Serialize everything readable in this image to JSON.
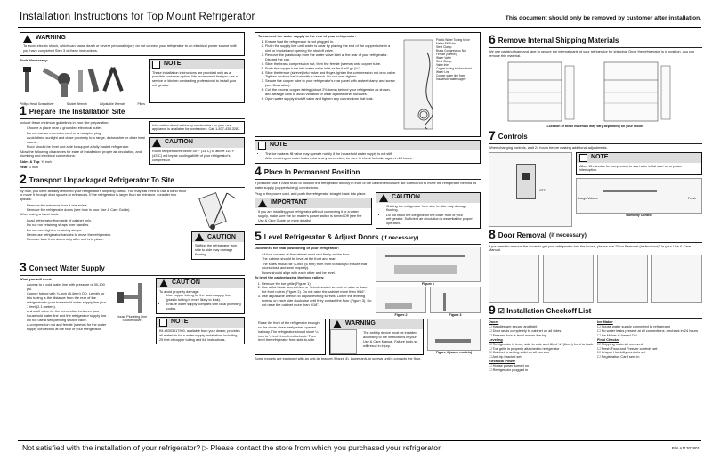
{
  "header": {
    "title": "Installation Instructions for Top Mount Refrigerator",
    "note": "This document should only be removed by customer after installation."
  },
  "col1": {
    "warning": {
      "label": "WARNING",
      "text": "To avoid electric shock, which can cause death or severe personal injury, do not connect your refrigerator to an electrical power source until you have completed Step 3 of these instructions."
    },
    "tools": {
      "label": "Tools Necessary:",
      "items": [
        "Phillips Head Screwdriver",
        "Socket Wrench",
        "Level",
        "Adjustable Wrench",
        "Pliers",
        "Box Knife"
      ]
    },
    "note1": {
      "label": "NOTE",
      "text": "These installation instructions are provided only as a possible customer option. We recommend that you use a service or kitchen contracting professional to install your refrigerator."
    },
    "s1": {
      "num": "1",
      "title": "Prepare The Installation Site",
      "intro": "Include these minimum guidelines in your site preparation:",
      "bullets": [
        "Choose a place near a grounded electrical outlet.",
        "Do not use an extension cord or an adapter plug.",
        "Avoid direct sunlight and close proximity to a range, dishwasher or other heat source.",
        "Floor should be level and able to support a fully loaded refrigerator."
      ],
      "allow": "Allow the following clearances for ease of installation, proper air circulation, and plumbing and electrical connections:",
      "sides_label": "Sides & Top",
      "sides_val": "⅜ inch",
      "rear_label": "Rear",
      "rear_val": "1 inch",
      "note_text": "Information about cabinetry construction for your new appliance is available for contractors. Call 1-877-435-3287.",
      "caution_label": "CAUTION",
      "caution_text": "Room temperatures below 55°F (13°C) or above 110°F (43°C) will impair cooling ability of your refrigerator's compressor."
    },
    "s2": {
      "num": "2",
      "title": "Transport Unpackaged Refrigerator To Site",
      "p1": "By now, you have already removed your refrigerator's shipping carton. You may still need to use a hand truck to move it through door spaces or entrances. If the refrigerator is larger than an entrance, consider two options:",
      "opts": [
        "Remove the entrance door if one exists.",
        "Remove the refrigerator doors (see how in your Use & Care Guide)."
      ],
      "hand_truck": "When using a hand truck:",
      "ht": [
        "Load refrigerator from side of cabinet only.",
        "Do not run retaining straps over handles.",
        "Do not over-tighten retaining straps.",
        "Never use refrigerator handles to move the refrigerator.",
        "Remove tape from doors only after unit is in place."
      ],
      "caution_label": "CAUTION",
      "caution_text": "Shifting the refrigerator from side to side may damage flooring."
    },
    "s3": {
      "num": "3",
      "title": "Connect Water Supply",
      "need": "What you will need:",
      "bullets": [
        "Access to a cold water line with pressure of 30-100 psi.",
        "Copper tubing with ¼-inch (6.4mm) OD. Length for this tubing is the distance from the rear of the refrigerator to your household water supply line plus 7 feet (2.1 meters).",
        "A shutoff valve for the connection between your household water line and the refrigerator supply line. Do not use a self-piercing shutoff valve.",
        "A compression nut and ferrule (sleeve) for the water supply connection at the rear of your refrigerator."
      ],
      "fig_a": "House Plumbing Line",
      "fig_b": "Shutoff Valve",
      "caution_label": "CAUTION",
      "caution_intro": "To avoid property damage:",
      "caution_items": [
        "Use copper tubing for the water supply line (plastic tubing is more likely to leak).",
        "Ensure water supply complies with local plumbing codes."
      ],
      "note_label": "NOTE",
      "note_text": "Kit #5303917950, available from your dealer, provides all materials for a water supply installation, including 25 feet of copper tubing and full instructions."
    }
  },
  "col2": {
    "connect": {
      "title": "To connect the water supply to the rear of your refrigerator:",
      "steps": [
        "Ensure that the refrigerator is not plugged in.",
        "Flush the supply line until water is clear by placing the end of the copper tube in a sink or bucket and opening the shutoff valve.",
        "Remove the plastic cap from the water valve inlet at the rear of your refrigerator. Discard the cap.",
        "Slide the brass compression nut, then the ferrule (sleeve) onto copper tube.",
        "Push the copper tube into water valve inlet as far it will go (¼\").",
        "Slide the ferrule (sleeve) into valve and finger-tighten the compression nut onto valve. Tighten another half turn with a wrench. Do not over-tighten.",
        "Secure the copper tube to your refrigerator's rear panel with a steel clamp and screw (see illustration).",
        "Coil the excess copper tubing (about 2½ turns) behind your refrigerator as shown, and arrange coils to avoid vibration or wear against other surfaces.",
        "Open water supply shutoff valve and tighten any connections that leak."
      ],
      "labels": [
        "Plastic Water Tubing to Ice Maker Fill Tube",
        "Steel Clamp",
        "Brass Compression Nut",
        "Ferrule (Sleeve)",
        "Water Valve",
        "Steel Clamp",
        "Valve Inlet",
        "Copper tubing to Household Water Line",
        "Copper water line from household water supply"
      ]
    },
    "note": {
      "label": "NOTE",
      "items": [
        "The ice maker's fill valve may operate noisily if the household water supply is not stiff.",
        "After ensuring no water leaks exist at any connection, be sure to check for leaks again in 24 hours."
      ]
    },
    "s4": {
      "num": "4",
      "title": "Place In Permanent Position",
      "p1": "If possible, use a hand truck to position the refrigerator directly in front of the cabinet enclosure. Be careful not to move the refrigerator beyond its water supply (copper tubing) connections.",
      "p2": "Plug in the power cord, and push the refrigerator straight back into place.",
      "important_label": "IMPORTANT",
      "important_text": "If you are installing your refrigerator without connecting it to a water supply, make sure the ice maker's power switch is turned Off (see the Use & Care Guide for more details).",
      "caution_label": "CAUTION",
      "caution_items": [
        "Shifting the refrigerator from side to side may damage flooring.",
        "Do not block the toe grille on the lower front of your refrigerator. Sufficient air circulation is essential for proper operation."
      ]
    },
    "s5": {
      "num": "5",
      "title": "Level Refrigerator & Adjust Doors",
      "subtitle": "(if necessary)",
      "guide_title": "Guidelines for final positioning of your refrigerator:",
      "guide": [
        "All four corners of the cabinet must rest firmly on the floor.",
        "The cabinet should be level at the front and rear.",
        "The sides should tilt ¼-inch (6 mm) from front to back (to ensure that doors close and seal properly).",
        "Doors should align with each other and be level."
      ],
      "level_title": "To level the cabinet using the front rollers:",
      "level_steps": [
        "Remove the toe grille (Figure 1).",
        "Use a flat blade screwdriver or ⅜-inch socket wrench to raise or lower the front rollers (Figure 2). Do not raise the cabinet more than 9/16\".",
        "Use adjustable wrench to adjust leveling screws. Lower the leveling screws on each side clockwise until they contact the floor (Figure 3). Do not raise the cabinet more than 9/16\"."
      ],
      "note_text": "Raise the front of the refrigerator enough so the doors close freely when opened halfway. The refrigerator should slope ¼ inch to ½ inch from front-to-back. Then level the refrigerator from side-to-side.",
      "warning_label": "WARNING",
      "warning_text": "The anti-tip device must be installed according to the instructions in your Use & Care Manual. Failure to do so will result in injury.",
      "step4": "Some models are equipped with an anti-tip bracket (Figure 4). Lower anti-tip screws until it contacts the floor.",
      "fig1": "Figure 1",
      "fig2": "Figure 2",
      "fig3": "Figure 3",
      "fig4": "Figure 4 (some models)"
    }
  },
  "col3": {
    "s6": {
      "num": "6",
      "title": "Remove Internal Shipping Materials",
      "p1": "We use packing foam and tape to secure the internal parts of your refrigerator for shipping. Once the refrigerator is in position, you can remove this material.",
      "caption": "Location of these materials may vary depending on your model."
    },
    "s7": {
      "num": "7",
      "title": "Controls",
      "p1": "When changing controls, wait 24 hours before making additional adjustments.",
      "note_label": "NOTE",
      "note_text": "Allow 15 minutes for compressor to start after initial start up or power interruption.",
      "lbl_off": "OFF",
      "lbl_large": "Large Volume",
      "lbl_fresh": "Fresh",
      "lbl_humidity": "Humidity Control"
    },
    "s8": {
      "num": "8",
      "title": "Door Removal",
      "subtitle": "(if necessary)",
      "p1": "If you need to remove the doors to get your refrigerator into the house, please see \"Door Removal (instructions)\" in your Use & Care Manual."
    },
    "s9": {
      "num": "9",
      "title": "☑ Installation Checkoff List",
      "doors_h": "Doors",
      "doors": [
        "Handles are secure and tight",
        "Door seals completely to cabinet on all sides",
        "Freezer door is level across the top"
      ],
      "leveling_h": "Leveling",
      "leveling": [
        "Refrigerator is level, side to side and tilted ¼\" (6mm) front to back",
        "Toe grille is properly attached to refrigerator",
        "Cabinet is setting solid on all corners",
        "Anti-tip bracket set"
      ],
      "power_h": "Electrical Power",
      "power": [
        "House power turned on",
        "Refrigerator plugged in"
      ],
      "ice_h": "Ice Maker",
      "ice": [
        "House water supply connected to refrigerator",
        "No water leaks present at all connections - recheck in 24 hours",
        "Ice Maker is turned ON."
      ],
      "final_h": "Final Checks",
      "final": [
        "Shipping material removed",
        "Fresh Food and Freezer controls set",
        "Crisper Humidity controls set",
        "Registration Card sent in"
      ]
    }
  },
  "footer": {
    "text": "Not satisfied with the installation of your refrigerator? ▷ Please contact the store from which you purchased your refrigerator.",
    "pn": "P/N A11302801"
  }
}
